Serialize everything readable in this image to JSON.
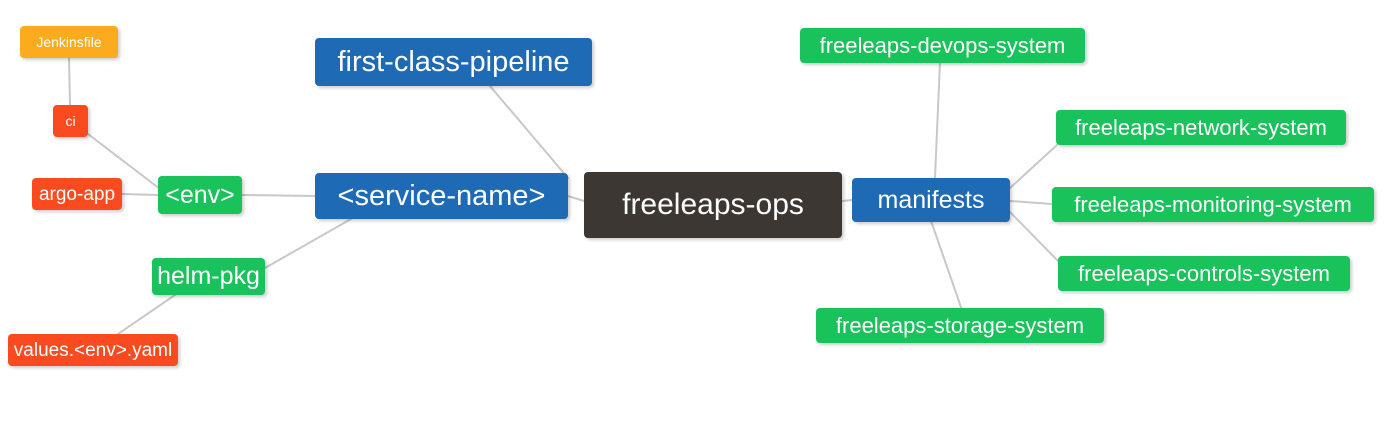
{
  "diagram": {
    "type": "mindmap",
    "title": "freeleaps-ops",
    "background": "#ffffff",
    "edge_color": "#c8c8c8",
    "palette": {
      "orange": "#fbac1e",
      "red": "#fa4a20",
      "green": "#19c25a",
      "blue": "#1f6ab4",
      "dark": "#3c3733",
      "text": "#ffffff"
    }
  },
  "nodes": {
    "root": {
      "label": "freeleaps-ops"
    },
    "service_name": {
      "label": "<service-name>"
    },
    "first_class_pipeline": {
      "label": "first-class-pipeline"
    },
    "env": {
      "label": "<env>"
    },
    "ci": {
      "label": "ci"
    },
    "jenkinsfile": {
      "label": "Jenkinsfile"
    },
    "argo_app": {
      "label": "argo-app"
    },
    "helm_pkg": {
      "label": "helm-pkg"
    },
    "values_yaml": {
      "label": "values.<env>.yaml"
    },
    "manifests": {
      "label": "manifests"
    },
    "devops_system": {
      "label": "freeleaps-devops-system"
    },
    "network_system": {
      "label": "freeleaps-network-system"
    },
    "monitoring_system": {
      "label": "freeleaps-monitoring-system"
    },
    "controls_system": {
      "label": "freeleaps-controls-system"
    },
    "storage_system": {
      "label": "freeleaps-storage-system"
    }
  },
  "edges": [
    {
      "from": "jenkinsfile",
      "to": "ci"
    },
    {
      "from": "ci",
      "to": "env"
    },
    {
      "from": "argo_app",
      "to": "env"
    },
    {
      "from": "env",
      "to": "service_name"
    },
    {
      "from": "service_name",
      "to": "helm_pkg"
    },
    {
      "from": "helm_pkg",
      "to": "values_yaml"
    },
    {
      "from": "service_name",
      "to": "first_class_pipeline"
    },
    {
      "from": "service_name",
      "to": "root"
    },
    {
      "from": "root",
      "to": "manifests"
    },
    {
      "from": "manifests",
      "to": "devops_system"
    },
    {
      "from": "manifests",
      "to": "network_system"
    },
    {
      "from": "manifests",
      "to": "monitoring_system"
    },
    {
      "from": "manifests",
      "to": "controls_system"
    },
    {
      "from": "manifests",
      "to": "storage_system"
    }
  ]
}
